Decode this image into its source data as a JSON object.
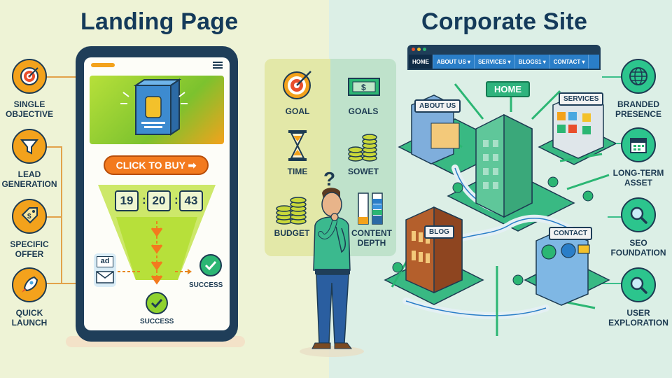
{
  "titles": {
    "left": "Landing Page",
    "right": "Corporate Site"
  },
  "left_features": [
    {
      "label": "SINGLE\nOBJECTIVE",
      "icon": "target-icon"
    },
    {
      "label": "LEAD\nGENERATION",
      "icon": "funnel-icon"
    },
    {
      "label": "SPECIFIC\nOFFER",
      "icon": "price-tag-icon"
    },
    {
      "label": "QUICK\nLAUNCH",
      "icon": "rocket-icon"
    }
  ],
  "right_features": [
    {
      "label": "BRANDED\nPRESENCE",
      "icon": "globe-icon"
    },
    {
      "label": "LONG-TERM\nASSET",
      "icon": "calendar-icon"
    },
    {
      "label": "SEO\nFOUNDATION",
      "icon": "magnifier-icon"
    },
    {
      "label": "USER\nEXPLORATION",
      "icon": "magnifier-icon"
    }
  ],
  "phone": {
    "cta": "CLICK TO BUY ➡",
    "timer": {
      "hours": "19",
      "minutes": "20",
      "seconds": "43"
    },
    "ad_label": "ad",
    "success_right": "SUCCESS",
    "success_bottom": "SUCCESS"
  },
  "comparison": {
    "left": [
      {
        "label": "GOAL",
        "icon": "target-icon"
      },
      {
        "label": "TIME",
        "icon": "hourglass-icon"
      },
      {
        "label": "BUDGET",
        "icon": "coins-icon"
      }
    ],
    "right": [
      {
        "label": "GOALS",
        "icon": "banknote-icon"
      },
      {
        "label": "SOWET",
        "icon": "coins-icon"
      },
      {
        "label": "CONTENT\nDEPTH",
        "icon": "bar-chart-icon"
      }
    ],
    "question_mark": "?"
  },
  "browser_nav": {
    "items": [
      "HOME",
      "ABOUT US ▾",
      "SERVICES ▾",
      "BLOGS1 ▾",
      "CONTACT ▾"
    ]
  },
  "site_map": {
    "home": "HOME",
    "about": "ABOUT US",
    "services": "SERVICES",
    "blog": "BLOG",
    "contact": "CONTACT"
  },
  "colors": {
    "navy": "#1d3b52",
    "orange": "#f3a21c",
    "green": "#2cc58d",
    "cta": "#f37a1e",
    "lime": "#b7e03a"
  }
}
